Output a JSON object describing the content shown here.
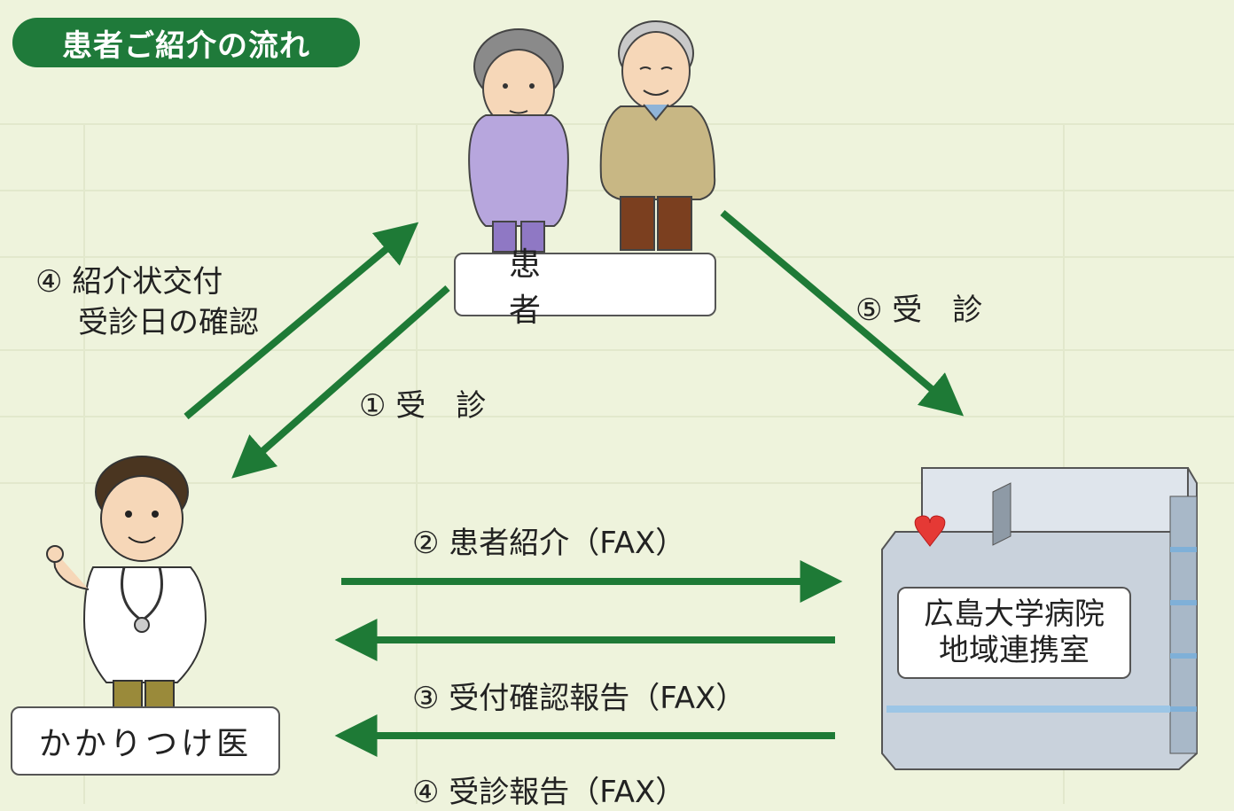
{
  "title": "患者ご紹介の流れ",
  "nodes": {
    "patient": "患　者",
    "doctor": "かかりつけ医",
    "hospital_line1": "広島大学病院",
    "hospital_line2": "地域連携室"
  },
  "steps": {
    "step1": "① 受　診",
    "step2": "② 患者紹介（FAX）",
    "step3": "③ 受付確認報告（FAX）",
    "step4_fax": "④ 受診報告（FAX）",
    "step4_line1": "④ 紹介状交付",
    "step4_line2": "受診日の確認",
    "step5": "⑤ 受　診"
  },
  "colors": {
    "arrow": "#1e7a36",
    "title_bg": "#1f7a3a",
    "background": "#eef3dc"
  }
}
